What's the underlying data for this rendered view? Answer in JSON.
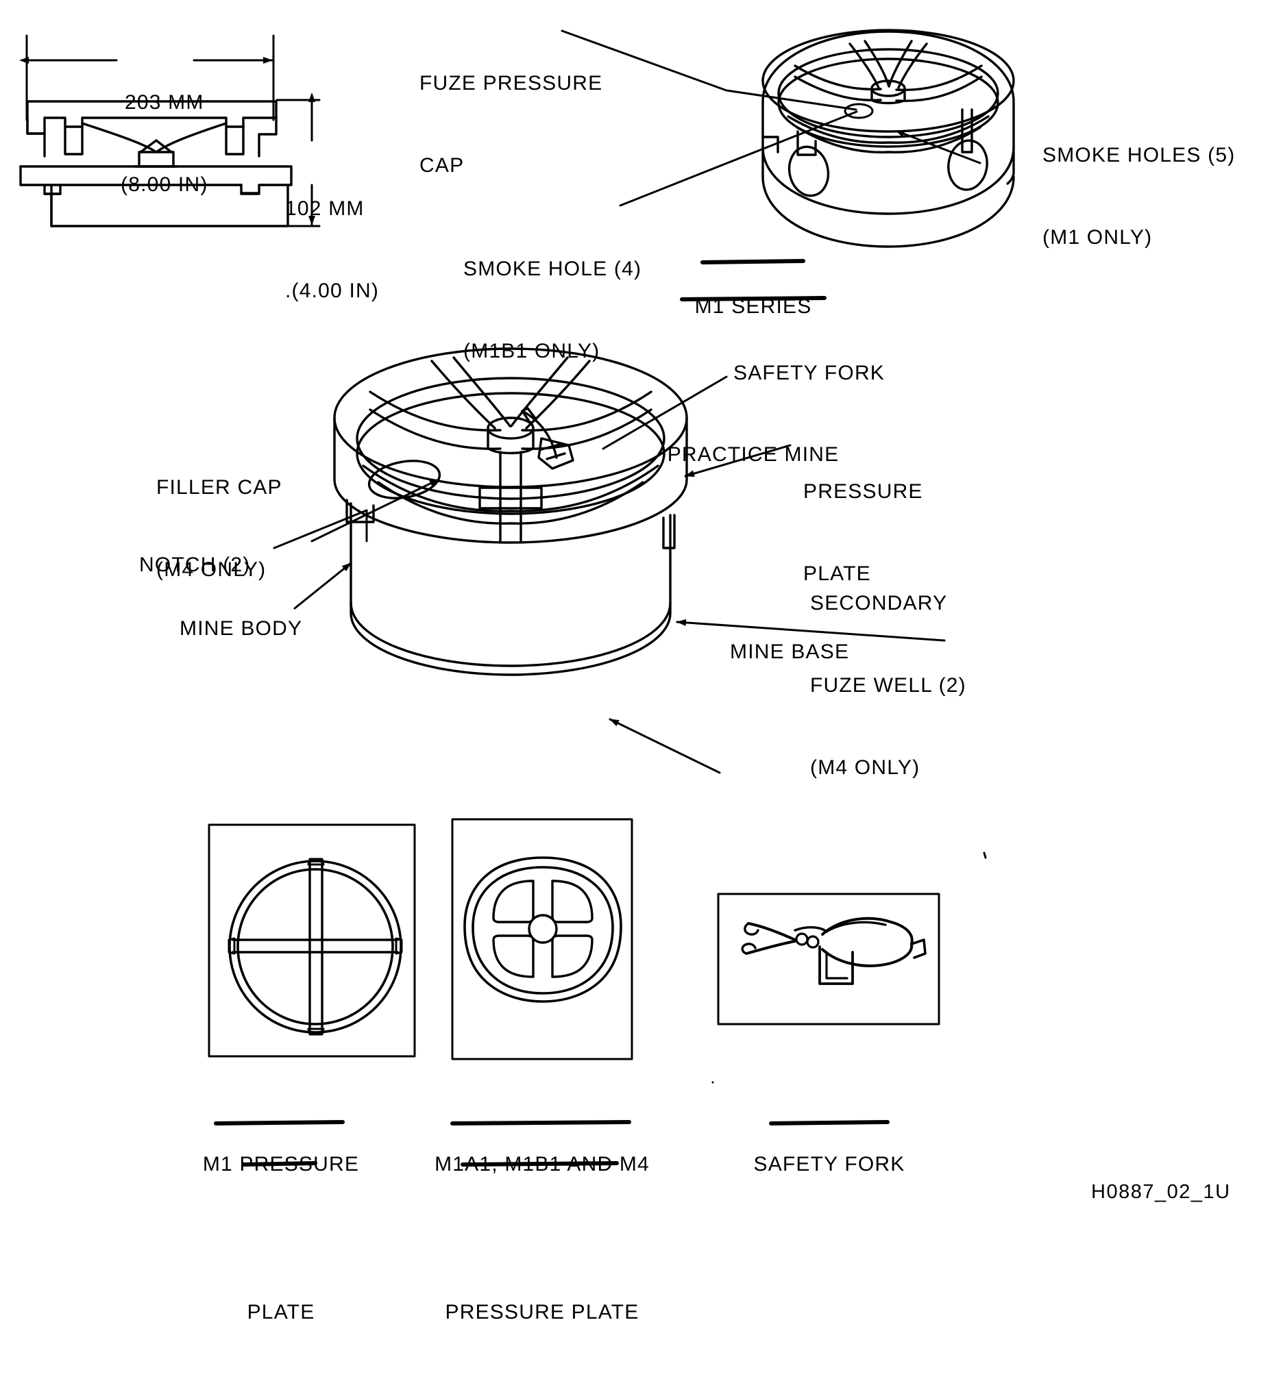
{
  "figure": {
    "id_code": "H0887_02_1U",
    "title_hidden": ""
  },
  "dimension_view": {
    "width_label_line1": "203 MM",
    "width_label_line2": "(8.00 IN)",
    "height_label_line1": "102 MM",
    "height_label_line2": ".(4.00 IN)"
  },
  "practice_mine_view": {
    "labels": {
      "fuze_pressure_cap_line1": "FUZE PRESSURE",
      "fuze_pressure_cap_line2": "CAP",
      "smoke_holes_5_line1": "SMOKE HOLES (5)",
      "smoke_holes_5_line2": "(M1 ONLY)",
      "smoke_hole_4_line1": "SMOKE HOLE (4)",
      "smoke_hole_4_line2": "(M1B1 ONLY)"
    },
    "caption_line1": "M1 SERIES",
    "caption_line2": "PRACTICE MINE"
  },
  "main_mine_view": {
    "labels": {
      "filler_cap_line1": "FILLER CAP",
      "filler_cap_line2": "(M4 ONLY)",
      "notch": "NOTCH (2)",
      "mine_body": "MINE BODY",
      "safety_fork": "SAFETY FORK",
      "pressure_plate_line1": "PRESSURE",
      "pressure_plate_line2": "PLATE",
      "secondary_fuze_well_line1": "SECONDARY",
      "secondary_fuze_well_line2": "FUZE WELL (2)",
      "secondary_fuze_well_line3": "(M4 ONLY)",
      "mine_base": "MINE BASE"
    }
  },
  "detail_views": [
    {
      "name": "m1-pressure-plate",
      "caption_line1": "M1 PRESSURE",
      "caption_line2": "PLATE"
    },
    {
      "name": "m1a1-m1b1-m4-pressure-plate",
      "caption_line1": "M1A1, M1B1 AND M4",
      "caption_line2": "PRESSURE PLATE"
    },
    {
      "name": "safety-fork",
      "caption_line1": "SAFETY FORK",
      "caption_line2": ""
    }
  ],
  "colors": {
    "ink": "#000000",
    "paper": "#ffffff"
  }
}
